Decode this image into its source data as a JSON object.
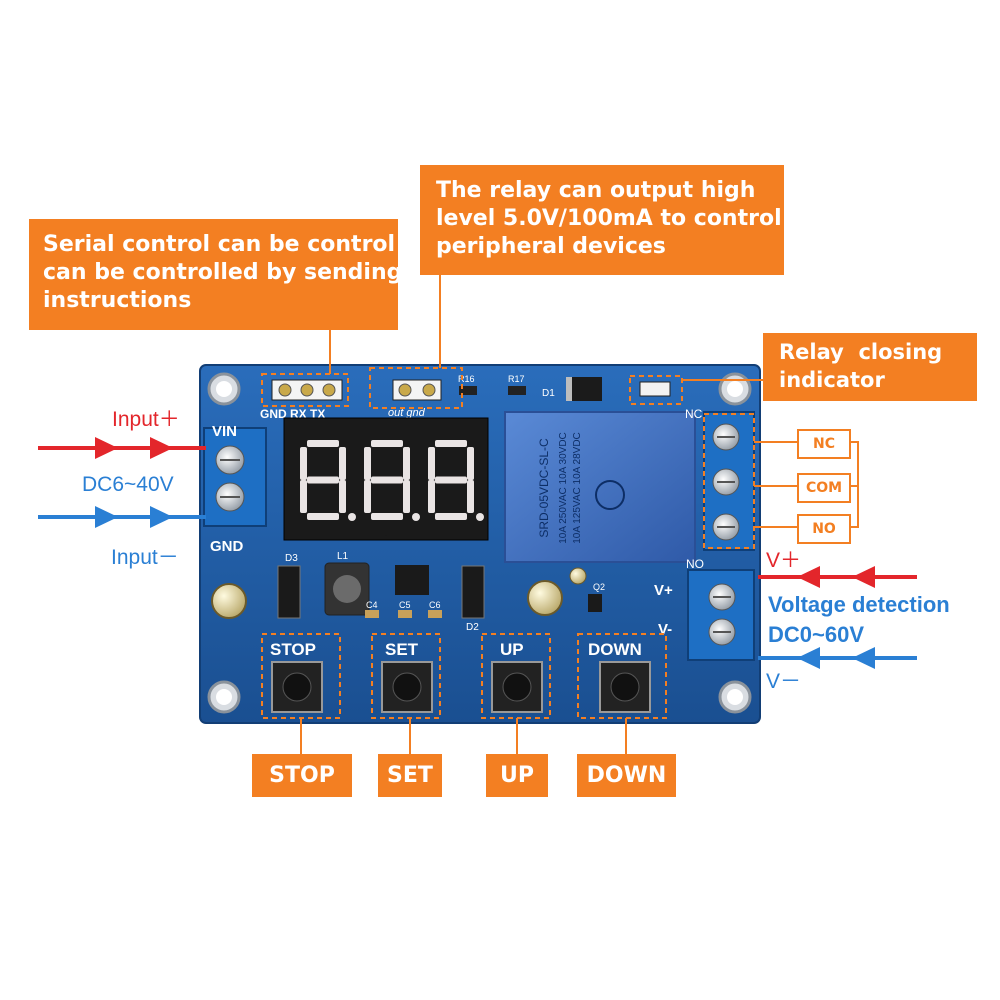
{
  "callouts": {
    "serial": [
      "Serial control can be control",
      "can be controlled by sending",
      "instructions"
    ],
    "relay_output": [
      "The relay can output high",
      "level 5.0V/100mA to control",
      "peripheral devices"
    ],
    "relay_indicator": [
      "Relay  closing",
      "indicator"
    ]
  },
  "input": {
    "plus": "Input＋",
    "range": "DC6~40V",
    "minus": "Input－"
  },
  "detection": {
    "plus": "V＋",
    "title": "Voltage detection",
    "range": "DC0~60V",
    "minus": "V－"
  },
  "relay_terminals": [
    "NC",
    "COM",
    "NO"
  ],
  "buttons": [
    "STOP",
    "SET",
    "UP",
    "DOWN"
  ],
  "board": {
    "serial_header": "GND RX TX",
    "out_header": "out  gnd",
    "vin": "VIN",
    "gnd": "GND",
    "display": "8.8.8.",
    "relay_model": "SRD-05VDC-SL-C",
    "relay_ratings": [
      "10A 250VAC  10A 30VDC",
      "10A 125VAC  10A 28VDC"
    ],
    "nc_silk": "NC",
    "no_silk": "NO",
    "vplus_silk": "V+",
    "vminus_silk": "V-",
    "refs": [
      "D1",
      "D2",
      "D3",
      "L1",
      "C4",
      "C5",
      "C6",
      "Q2",
      "R16",
      "R17"
    ]
  },
  "colors": {
    "orange": "#f37f22",
    "pcb": "#1f5ea8",
    "terminal": "#1e6fc4",
    "input_plus": "#e3262b",
    "input_minus": "#2a7fd4",
    "relay": "#3d6ec0"
  }
}
